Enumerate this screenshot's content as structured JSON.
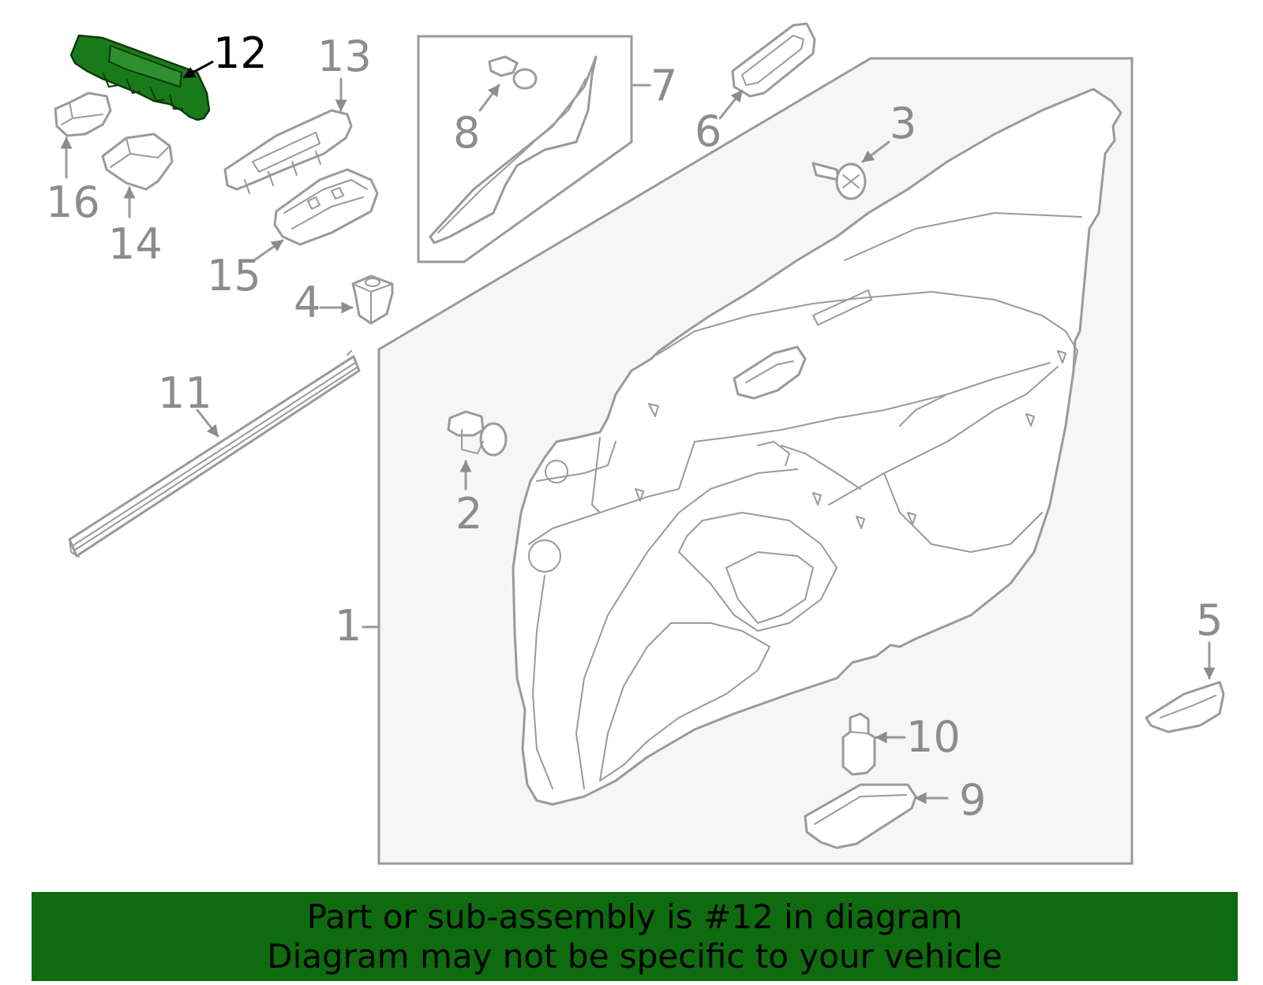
{
  "diagram": {
    "highlighted_part": "12",
    "highlight_color": "#1a7a1a",
    "line_color": "#9a9a9a",
    "callouts": [
      "1",
      "2",
      "3",
      "4",
      "5",
      "6",
      "7",
      "8",
      "9",
      "10",
      "11",
      "12",
      "13",
      "14",
      "15",
      "16"
    ]
  },
  "banner": {
    "background": "#0f6b0f",
    "line1": "Part or sub-assembly is #12 in diagram",
    "line2": "Diagram may not be specific to your vehicle"
  }
}
